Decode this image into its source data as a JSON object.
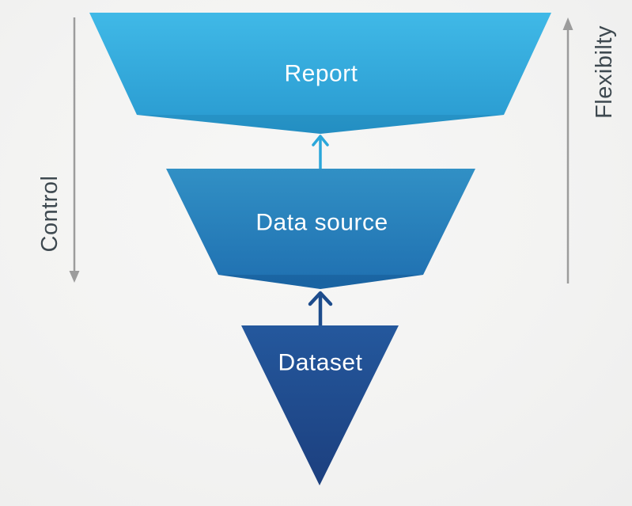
{
  "diagram": {
    "background_color": "#f3f3f2",
    "funnel_levels": [
      {
        "id": "report",
        "label": "Report",
        "color_top": "#40b9e7",
        "color_bottom": "#2899cf"
      },
      {
        "id": "data-source",
        "label": "Data source",
        "color_top": "#3190c5",
        "color_bottom": "#1f6fb0"
      },
      {
        "id": "dataset",
        "label": "Dataset",
        "color_top": "#24589d",
        "color_bottom": "#1c3f7e"
      }
    ],
    "connector_arrows": [
      {
        "id": "data-source-to-report",
        "direction": "up",
        "color": "#2aa7da"
      },
      {
        "id": "dataset-to-data-source",
        "direction": "up",
        "color": "#1d4c8c"
      }
    ],
    "side_axes": {
      "left": {
        "label": "Control",
        "direction": "down",
        "color": "#9c9c9c"
      },
      "right": {
        "label": "Flexibilty",
        "direction": "up",
        "color": "#9c9c9c"
      }
    },
    "label_colors": {
      "shape_text": "#ffffff",
      "axis_text": "#3e4950"
    }
  }
}
